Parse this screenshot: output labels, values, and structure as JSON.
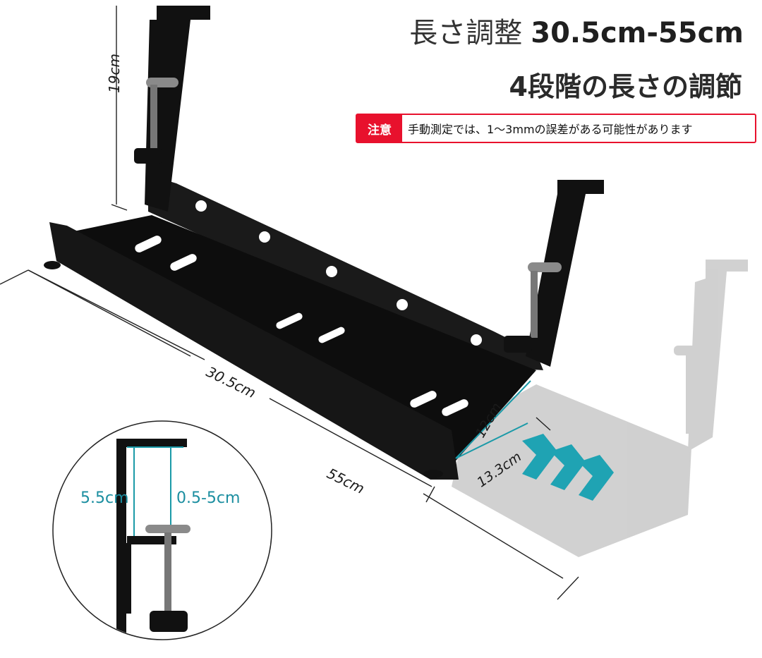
{
  "title": {
    "line1_jp": "長さ調整",
    "line1_range": "30.5cm-55cm",
    "line2": "4段階の長さの調節"
  },
  "notice": {
    "tag": "注意",
    "message": "手動測定では、1～3mmの誤差がある可能性があります"
  },
  "dimensions": {
    "height": "19cm",
    "min_length": "30.5cm",
    "max_length": "55cm",
    "depth": "12cm",
    "width": "13.3cm"
  },
  "inset": {
    "clamp_height": "5.5cm",
    "clamp_range": "0.5-5cm"
  },
  "colors": {
    "accent_teal": "#1b9aa8",
    "notice_red": "#e8112d",
    "product_black": "#111111",
    "ghost_gray": "#c8c8c8"
  }
}
